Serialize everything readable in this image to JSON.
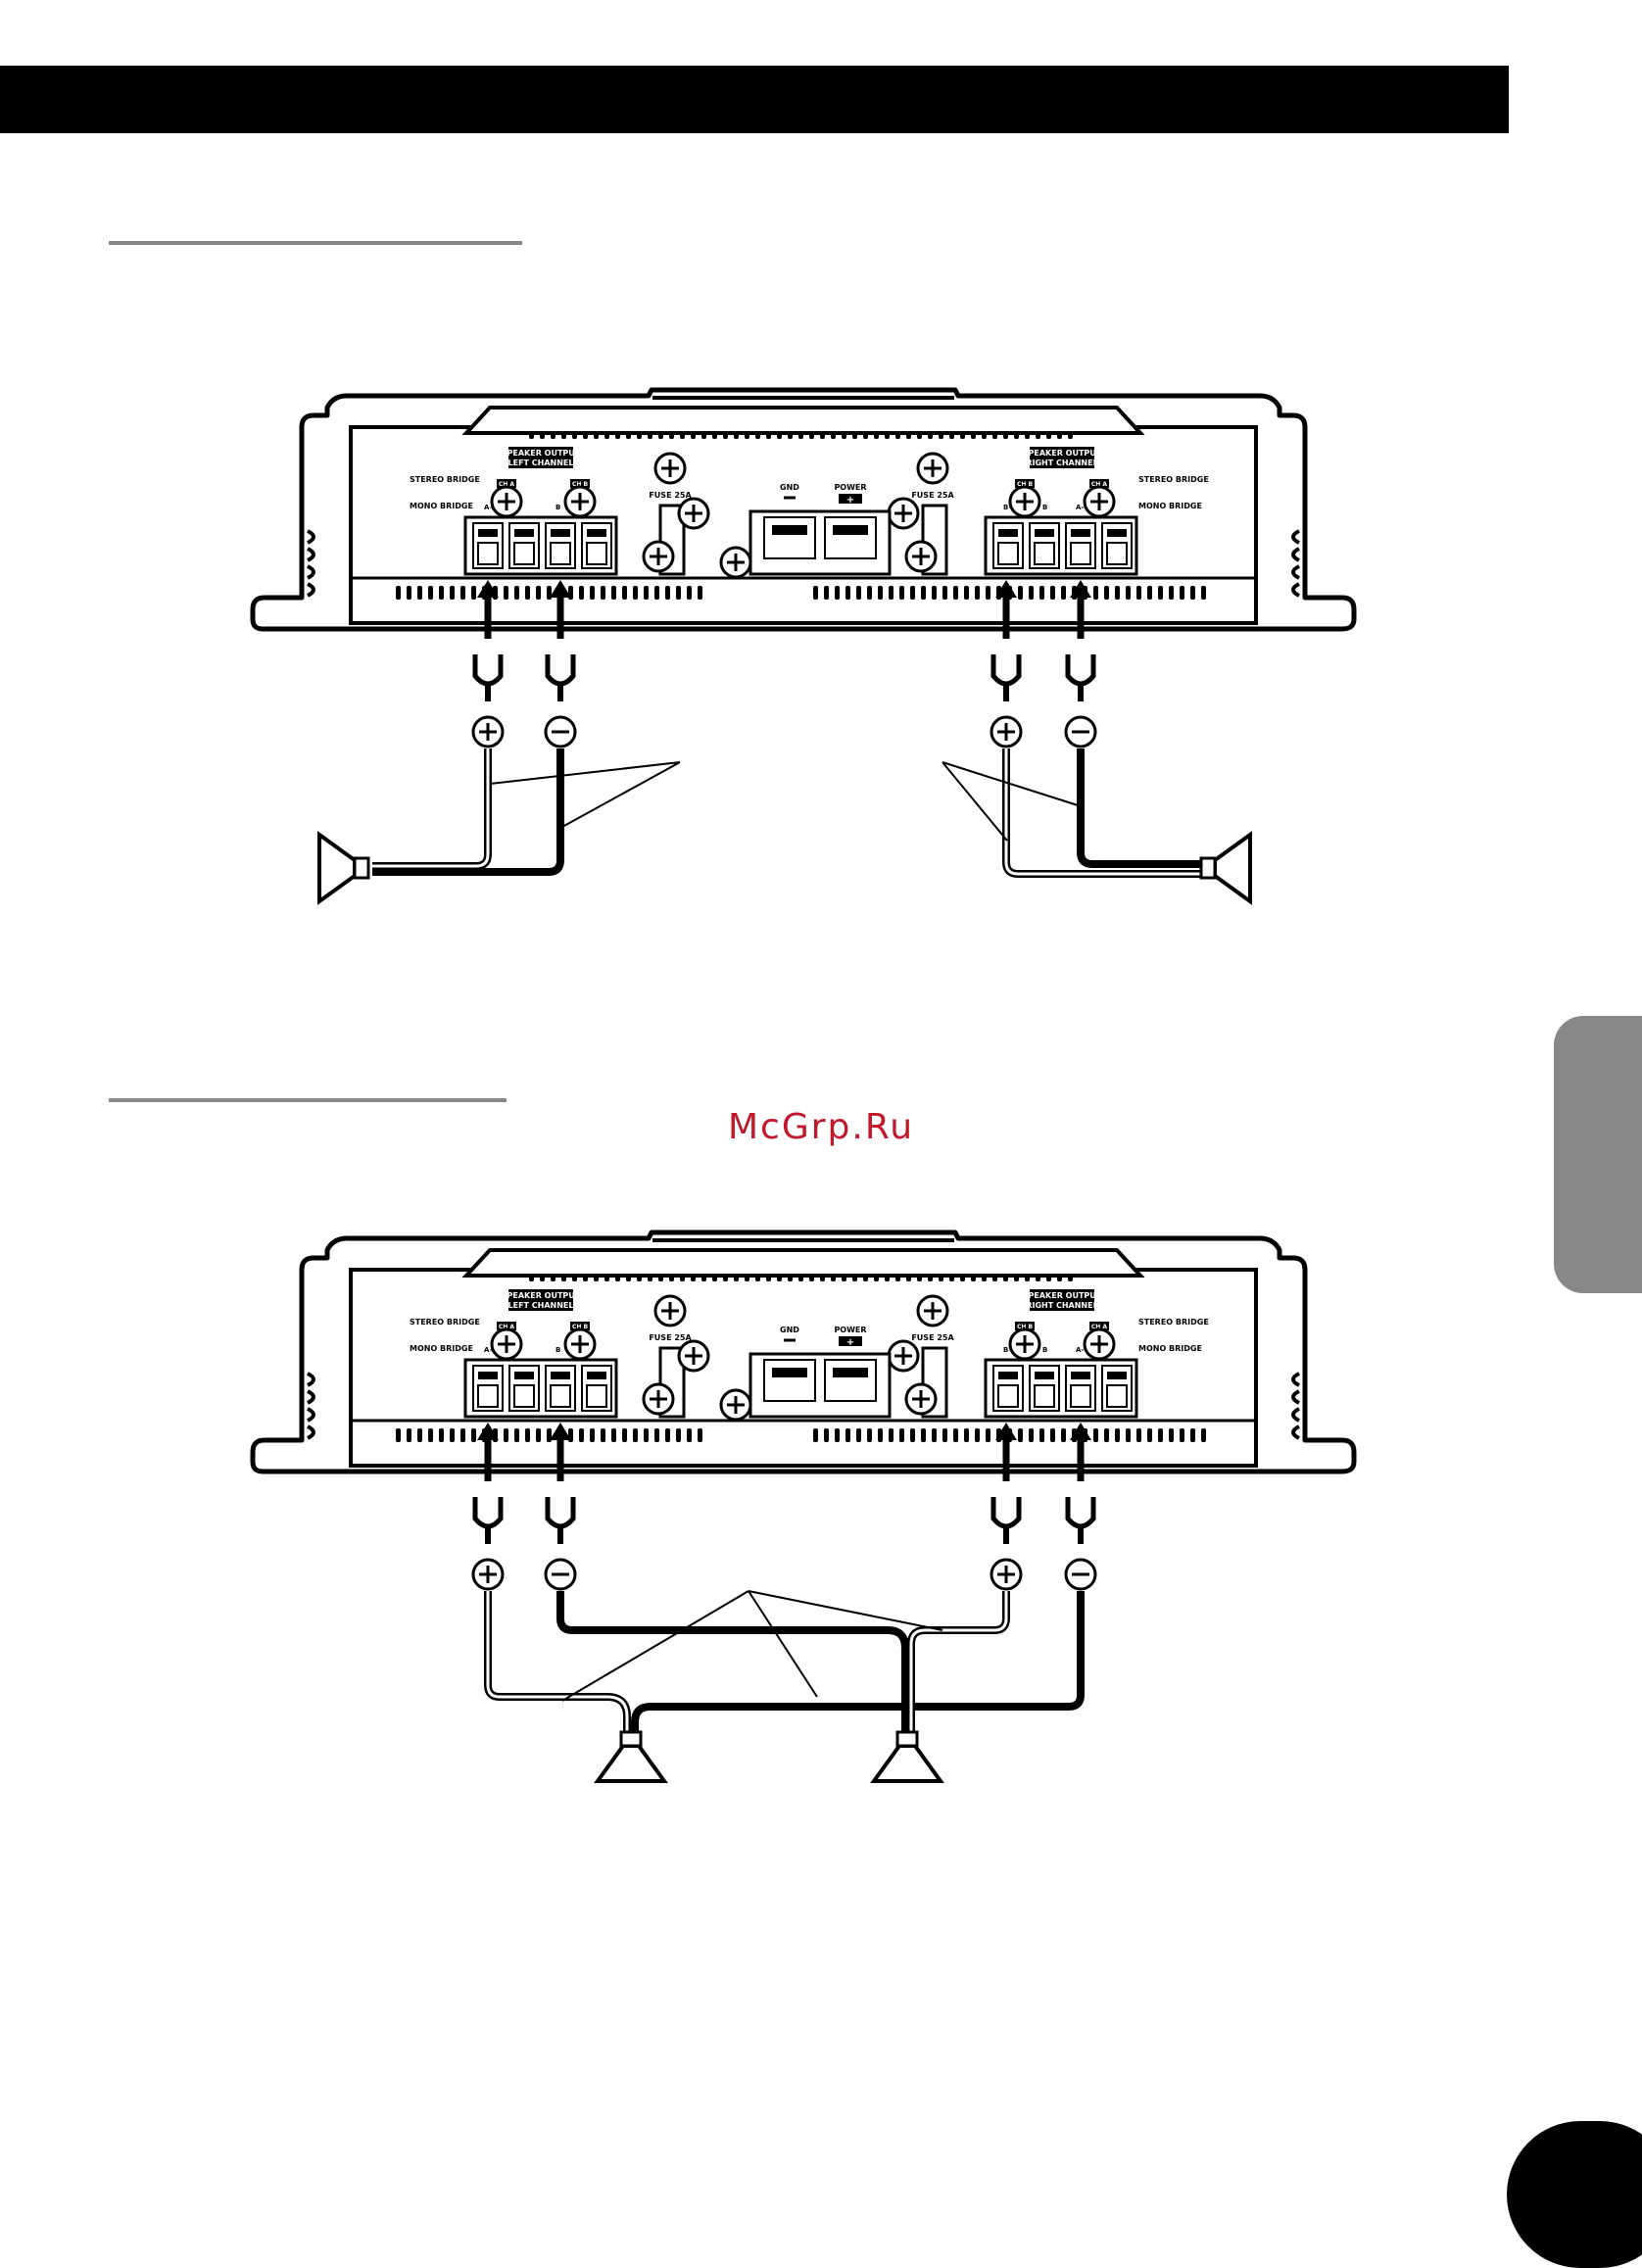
{
  "watermark": "McGrp.Ru",
  "amplifier": {
    "left_panel": {
      "heading_line1": "SPEAKER OUTPUT",
      "heading_line2": "LEFT CHANNEL",
      "stereo_bridge": "STEREO BRIDGE",
      "mono_bridge": "MONO BRIDGE",
      "ch_a": "CH A",
      "ch_b": "CH B",
      "a_plus": "A+",
      "b_minus": "B"
    },
    "right_panel": {
      "heading_line1": "SPEAKER OUTPUT",
      "heading_line2": "RIGHT CHANNEL",
      "stereo_bridge": "STEREO BRIDGE",
      "mono_bridge": "MONO BRIDGE",
      "ch_a": "CH A",
      "ch_b": "CH B",
      "b_plus": "B+",
      "b": "B",
      "a_minus": "A-"
    },
    "fuse_label": "FUSE 25A",
    "gnd_label": "GND",
    "power_label": "POWER"
  },
  "symbols": {
    "plus": "+",
    "minus": "−"
  },
  "colors": {
    "ink": "#000000",
    "rule": "#888888",
    "tab": "#888888",
    "watermark": "#c0182a"
  }
}
